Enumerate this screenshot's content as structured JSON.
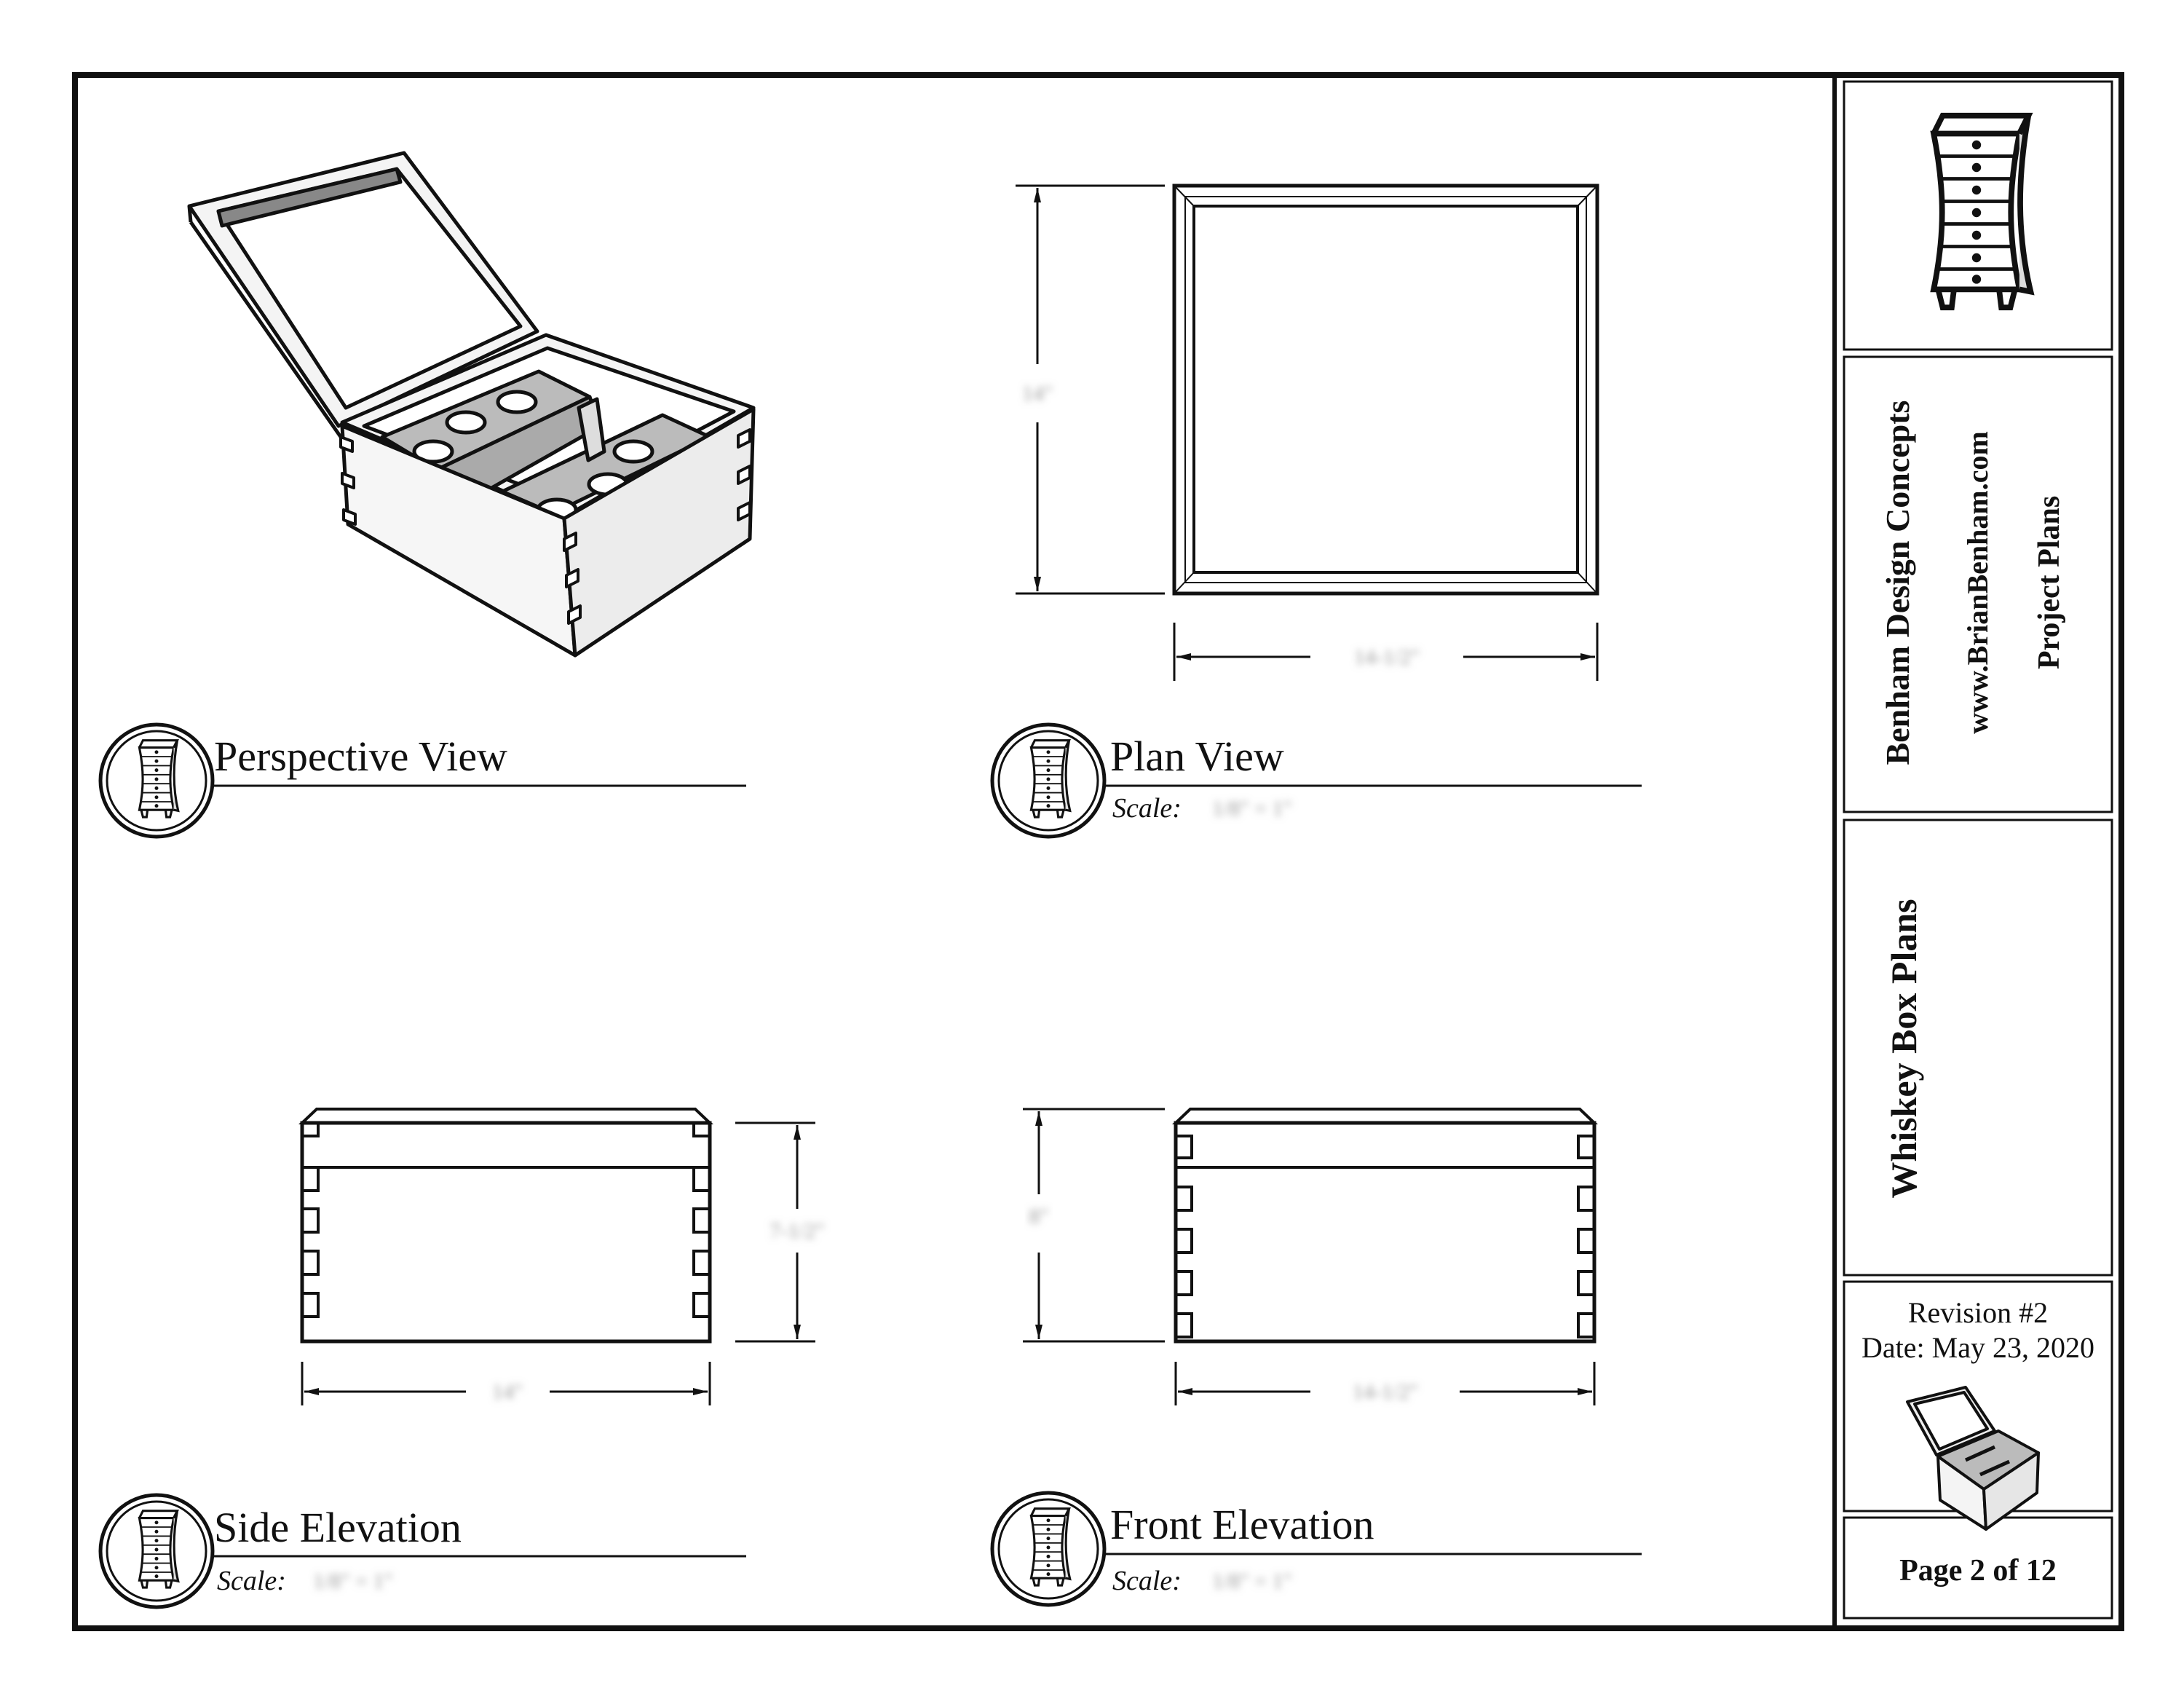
{
  "views": {
    "perspective": {
      "title": "Perspective View"
    },
    "plan": {
      "title": "Plan View",
      "scale_label": "Scale:",
      "scale_value": "1/8\" = 1\"",
      "dim_height": "14\"",
      "dim_width": "14-1/2\""
    },
    "side": {
      "title": "Side Elevation",
      "scale_label": "Scale:",
      "scale_value": "1/8\" = 1\"",
      "dim_height": "7-1/2\"",
      "dim_width": "14\""
    },
    "front": {
      "title": "Front Elevation",
      "scale_label": "Scale:",
      "scale_value": "1/8\" = 1\"",
      "dim_height": "8\"",
      "dim_width": "14-1/2\""
    }
  },
  "title_block": {
    "company": "Benham Design Concepts",
    "website": "www.BrianBenham.com",
    "subtitle": "Project Plans",
    "project": "Whiskey Box Plans",
    "revision": "Revision #2",
    "date": "Date: May 23, 2020",
    "page": "Page 2 of 12"
  },
  "icons": {
    "logo": "curved-dresser-icon",
    "thumbnail": "whiskey-box-thumbnail"
  }
}
